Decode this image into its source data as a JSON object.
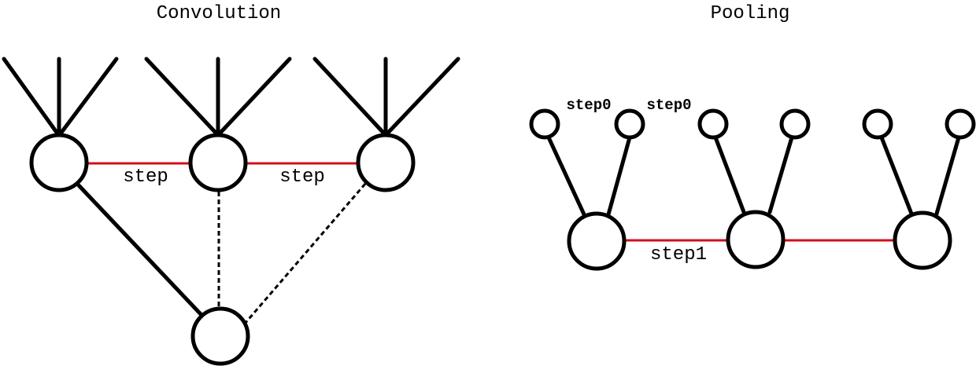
{
  "convolution": {
    "title": "Convolution",
    "step_label_1": "step",
    "step_label_2": "step"
  },
  "pooling": {
    "title": "Pooling",
    "step0_label_1": "step0",
    "step0_label_2": "step0",
    "step1_label": "step1"
  },
  "colors": {
    "step_link": "#d0101a",
    "stroke": "#000000",
    "node_fill": "#ffffff"
  }
}
